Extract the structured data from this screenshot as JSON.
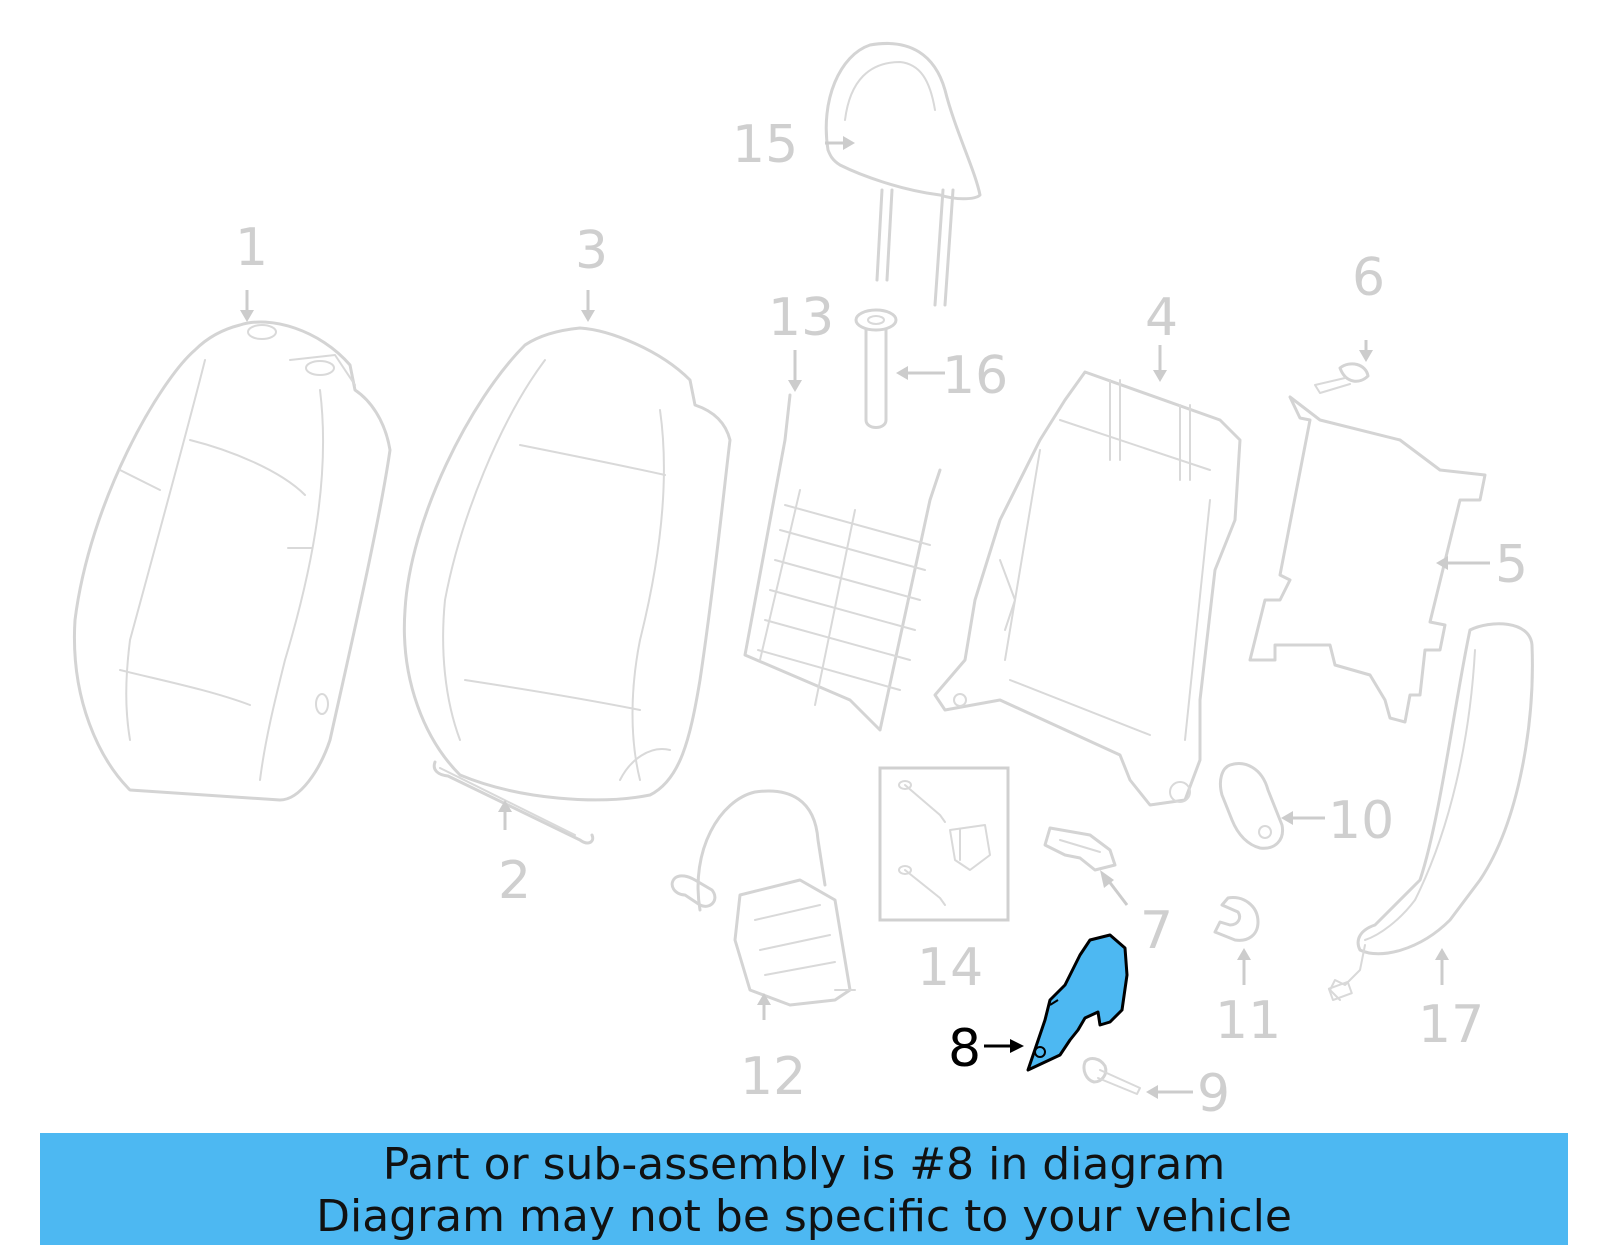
{
  "diagram": {
    "callouts": {
      "c1": "1",
      "c2": "2",
      "c3": "3",
      "c4": "4",
      "c5": "5",
      "c6": "6",
      "c7": "7",
      "c8": "8",
      "c9": "9",
      "c10": "10",
      "c11": "11",
      "c12": "12",
      "c13": "13",
      "c14": "14",
      "c15": "15",
      "c16": "16",
      "c17": "17"
    },
    "highlighted_part": "8",
    "colors": {
      "highlight_fill": "#4db8f2",
      "part_outline": "#d4d4d4",
      "callout_text": "#cfcfcf",
      "active_callout_text": "#000000",
      "banner_background": "#4db8f2"
    }
  },
  "banner": {
    "line1": "Part or sub-assembly is #8 in diagram",
    "line2": "Diagram may not be specific to your vehicle"
  }
}
